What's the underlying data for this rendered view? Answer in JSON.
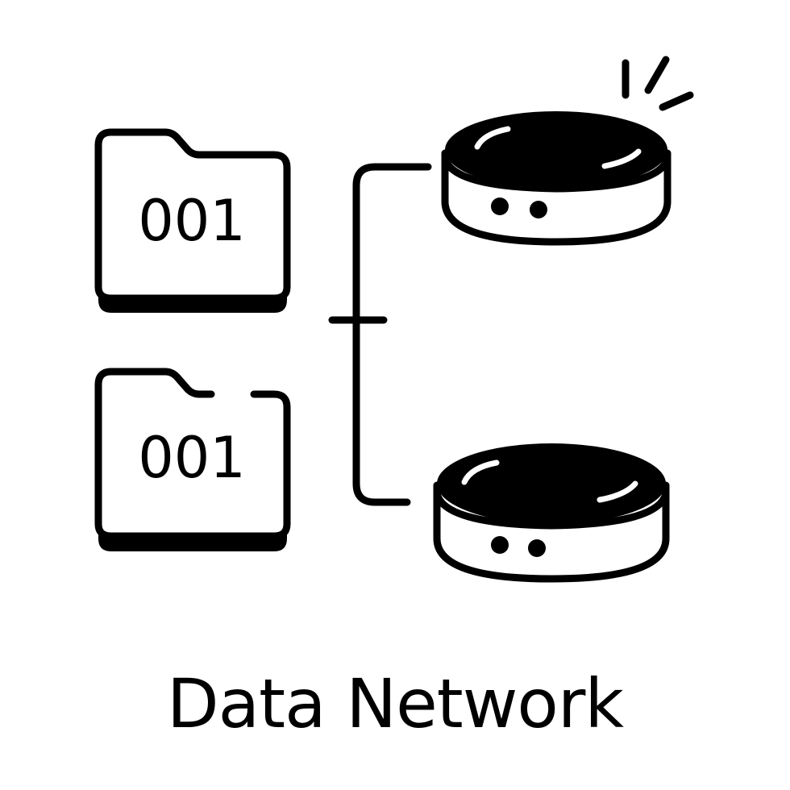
{
  "illustration": {
    "folders": [
      {
        "code": "001"
      },
      {
        "code": "001"
      }
    ],
    "databases": [
      {
        "status": "alert"
      },
      {
        "status": "normal"
      }
    ],
    "connection": "bracket-connector"
  },
  "caption": "Data Network",
  "colors": {
    "stroke": "#000000",
    "background": "#ffffff"
  }
}
